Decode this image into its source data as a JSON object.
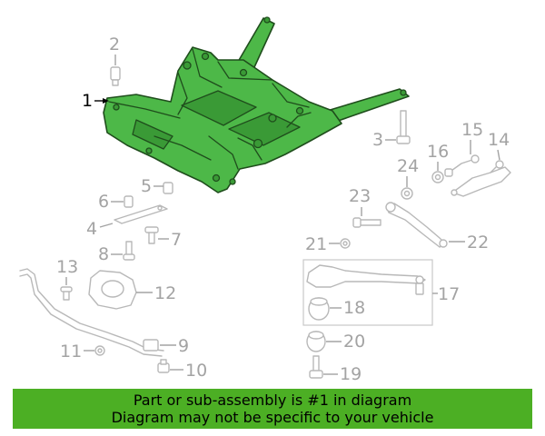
{
  "callouts": {
    "c1": "1",
    "c2": "2",
    "c3": "3",
    "c4": "4",
    "c5": "5",
    "c6": "6",
    "c7": "7",
    "c8": "8",
    "c9": "9",
    "c10": "10",
    "c11": "11",
    "c12": "12",
    "c13": "13",
    "c14": "14",
    "c15": "15",
    "c16": "16",
    "c17": "17",
    "c18": "18",
    "c19": "19",
    "c20": "20",
    "c21": "21",
    "c22": "22",
    "c23": "23",
    "c24": "24"
  },
  "highlighted_part": "1",
  "colors": {
    "highlight": "#4db848",
    "banner": "#4caf24",
    "callout": "#a3a3a3"
  },
  "banner": {
    "line1": "Part or sub-assembly is #1 in diagram",
    "line2": "Diagram may not be specific to your vehicle"
  }
}
